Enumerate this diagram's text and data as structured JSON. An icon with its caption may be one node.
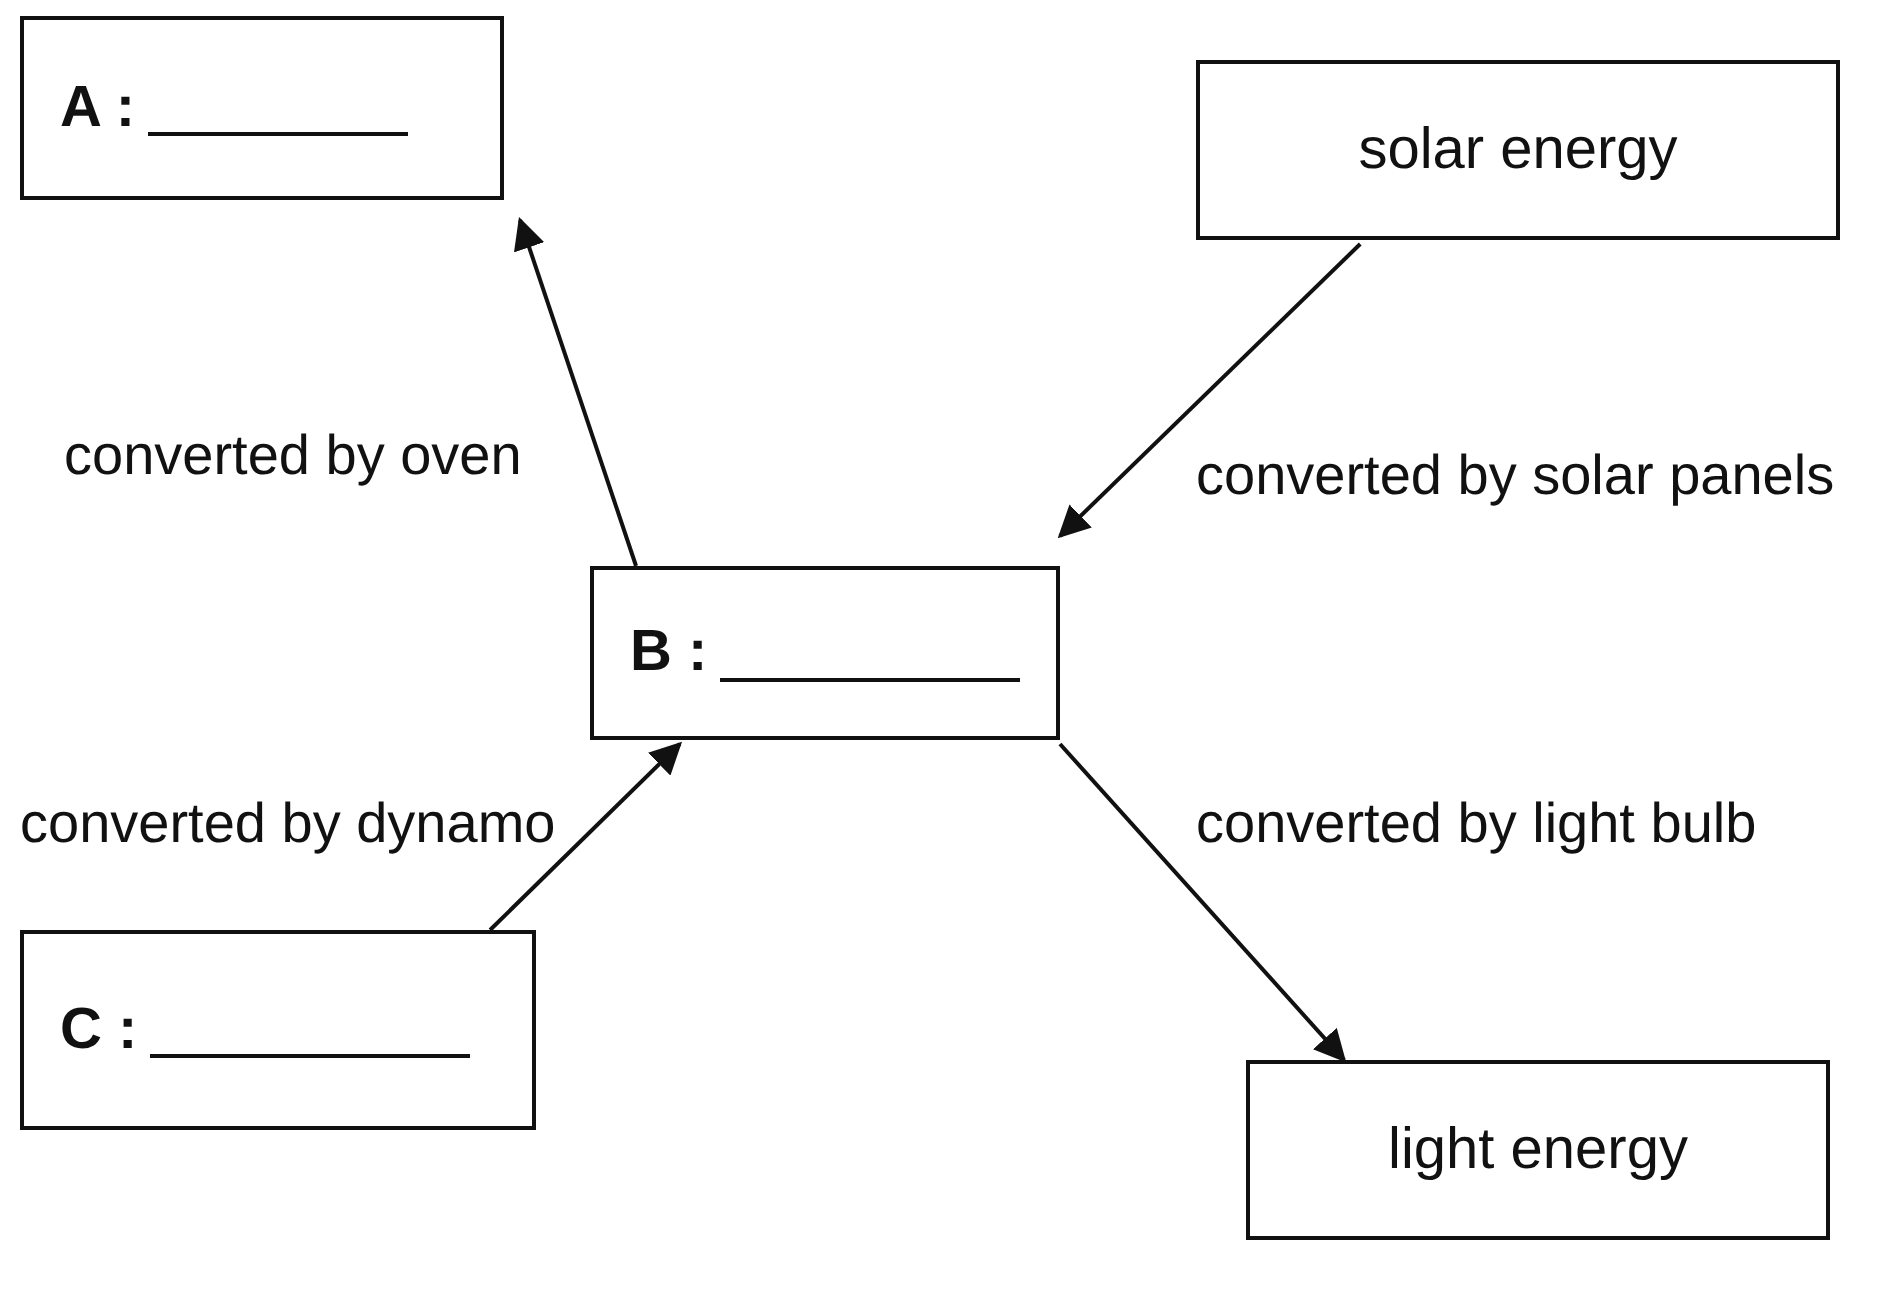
{
  "diagram": {
    "nodes": [
      {
        "text": [
          "A :"
        ]
      },
      {
        "text": [
          "solar energy"
        ]
      },
      {
        "text": [
          "B :"
        ]
      },
      {
        "text": [
          "C :"
        ]
      },
      {
        "text": [
          "light energy"
        ]
      }
    ],
    "edges": [
      {
        "from": 2,
        "to": 0,
        "arrow": "to",
        "label": "converted by oven"
      },
      {
        "from": 1,
        "to": 2,
        "arrow": "to",
        "label": "converted by solar panels"
      },
      {
        "from": 3,
        "to": 2,
        "arrow": "to",
        "label": "converted by dynamo"
      },
      {
        "from": 2,
        "to": 4,
        "arrow": "to",
        "label": "converted by light bulb"
      }
    ]
  }
}
